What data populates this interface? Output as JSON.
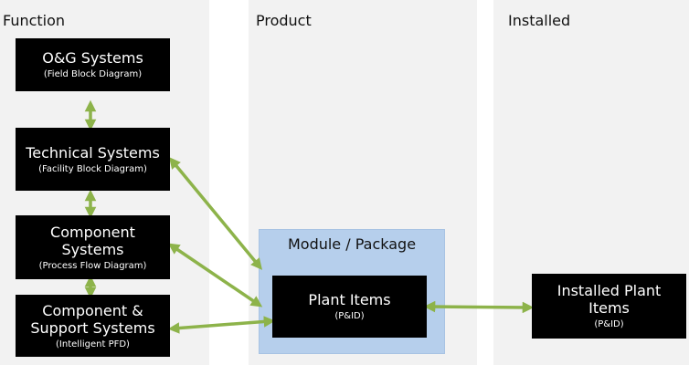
{
  "columns": {
    "function": {
      "title": "Function"
    },
    "product": {
      "title": "Product"
    },
    "installed": {
      "title": "Installed"
    }
  },
  "boxes": {
    "og_systems": {
      "title": "O&G Systems",
      "subtitle": "(Field Block Diagram)"
    },
    "technical_systems": {
      "title": "Technical Systems",
      "subtitle": "(Facility Block Diagram)"
    },
    "component_systems": {
      "title_line1": "Component",
      "title_line2": "Systems",
      "subtitle": "(Process Flow Diagram)"
    },
    "component_support": {
      "title_line1": "Component &",
      "title_line2": "Support Systems",
      "subtitle": "(Intelligent PFD)"
    },
    "plant_items": {
      "title": "Plant Items",
      "subtitle": "(P&ID)"
    },
    "installed_plant_items": {
      "title_line1": "Installed Plant",
      "title_line2": "Items",
      "subtitle": "(P&ID)"
    }
  },
  "module": {
    "title": "Module / Package"
  },
  "colors": {
    "arrow": "#8db34a",
    "module_fill": "#b6cfec",
    "column_bg": "#f2f2f2",
    "box": "#000000"
  }
}
